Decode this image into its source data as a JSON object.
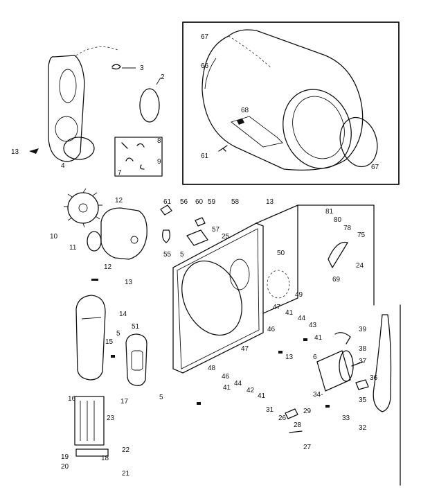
{
  "part_labels": [
    {
      "id": "3",
      "text": "3"
    },
    {
      "id": "2",
      "text": "2"
    },
    {
      "id": "13a",
      "text": "13"
    },
    {
      "id": "4",
      "text": "4"
    },
    {
      "id": "8",
      "text": "8"
    },
    {
      "id": "9",
      "text": "9"
    },
    {
      "id": "7",
      "text": "7"
    },
    {
      "id": "67a",
      "text": "67"
    },
    {
      "id": "66",
      "text": "66"
    },
    {
      "id": "68",
      "text": "68"
    },
    {
      "id": "61a",
      "text": "61"
    },
    {
      "id": "67b",
      "text": "67"
    },
    {
      "id": "12a",
      "text": "12"
    },
    {
      "id": "10",
      "text": "10"
    },
    {
      "id": "11",
      "text": "11"
    },
    {
      "id": "12b",
      "text": "12"
    },
    {
      "id": "61b",
      "text": "61"
    },
    {
      "id": "56",
      "text": "56"
    },
    {
      "id": "60",
      "text": "60"
    },
    {
      "id": "59",
      "text": "59"
    },
    {
      "id": "58",
      "text": "58"
    },
    {
      "id": "13b",
      "text": "13"
    },
    {
      "id": "57",
      "text": "57"
    },
    {
      "id": "25",
      "text": "25"
    },
    {
      "id": "55",
      "text": "55"
    },
    {
      "id": "5a",
      "text": "5"
    },
    {
      "id": "81",
      "text": "81"
    },
    {
      "id": "80",
      "text": "80"
    },
    {
      "id": "78",
      "text": "78"
    },
    {
      "id": "75",
      "text": "75"
    },
    {
      "id": "24",
      "text": "24"
    },
    {
      "id": "69",
      "text": "69"
    },
    {
      "id": "13c",
      "text": "13"
    },
    {
      "id": "14",
      "text": "14"
    },
    {
      "id": "15",
      "text": "15"
    },
    {
      "id": "5b",
      "text": "5"
    },
    {
      "id": "51",
      "text": "51"
    },
    {
      "id": "50",
      "text": "50"
    },
    {
      "id": "49",
      "text": "49"
    },
    {
      "id": "47a",
      "text": "47"
    },
    {
      "id": "41a",
      "text": "41"
    },
    {
      "id": "46a",
      "text": "46"
    },
    {
      "id": "44a",
      "text": "44"
    },
    {
      "id": "43",
      "text": "43"
    },
    {
      "id": "41b",
      "text": "41"
    },
    {
      "id": "39",
      "text": "39"
    },
    {
      "id": "38",
      "text": "38"
    },
    {
      "id": "37",
      "text": "37"
    },
    {
      "id": "36",
      "text": "36"
    },
    {
      "id": "47b",
      "text": "47"
    },
    {
      "id": "13d",
      "text": "13"
    },
    {
      "id": "48",
      "text": "48"
    },
    {
      "id": "46b",
      "text": "46"
    },
    {
      "id": "44b",
      "text": "44"
    },
    {
      "id": "41c",
      "text": "41"
    },
    {
      "id": "42",
      "text": "42"
    },
    {
      "id": "41d",
      "text": "41"
    },
    {
      "id": "6",
      "text": "6"
    },
    {
      "id": "34",
      "text": "34-"
    },
    {
      "id": "35",
      "text": "35"
    },
    {
      "id": "17",
      "text": "17"
    },
    {
      "id": "5c",
      "text": "5"
    },
    {
      "id": "31",
      "text": "31"
    },
    {
      "id": "29",
      "text": "29"
    },
    {
      "id": "26",
      "text": "26"
    },
    {
      "id": "28",
      "text": "28"
    },
    {
      "id": "33",
      "text": "33"
    },
    {
      "id": "32",
      "text": "32"
    },
    {
      "id": "27",
      "text": "27"
    },
    {
      "id": "16",
      "text": "16"
    },
    {
      "id": "23",
      "text": "23"
    },
    {
      "id": "22",
      "text": "22"
    },
    {
      "id": "19",
      "text": "19"
    },
    {
      "id": "20",
      "text": "20"
    },
    {
      "id": "18",
      "text": "18"
    },
    {
      "id": "21",
      "text": "21"
    }
  ]
}
